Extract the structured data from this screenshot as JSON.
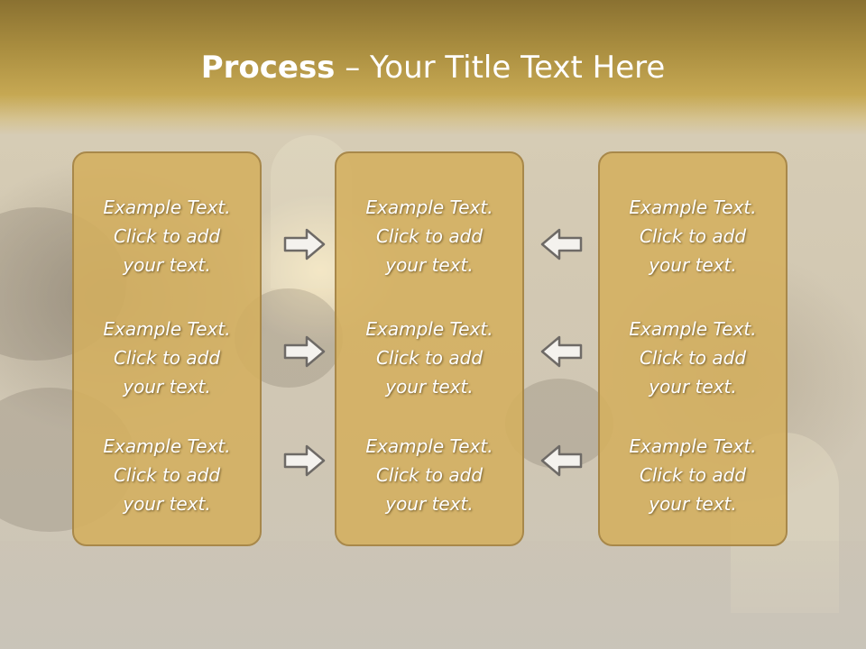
{
  "title": {
    "bold": "Process",
    "rest": " – Your Title Text Here"
  },
  "panels": [
    {
      "items": [
        [
          "Example Text.",
          "Click  to add",
          "your text."
        ],
        [
          "Example Text.",
          "Click  to add",
          "your text."
        ],
        [
          "Example Text.",
          "Click  to add",
          "your text."
        ]
      ]
    },
    {
      "items": [
        [
          "Example Text.",
          "Click  to add",
          "your text."
        ],
        [
          "Example Text.",
          "Click  to add",
          "your text."
        ],
        [
          "Example Text.",
          "Click  to add",
          "your text."
        ]
      ]
    },
    {
      "items": [
        [
          "Example Text.",
          "Click  to add",
          "your text."
        ],
        [
          "Example Text.",
          "Click  to add",
          "your text."
        ],
        [
          "Example Text.",
          "Click  to add",
          "your text."
        ]
      ]
    }
  ],
  "arrows": [
    {
      "icon": "arrow-right-icon"
    },
    {
      "icon": "arrow-right-icon"
    },
    {
      "icon": "arrow-right-icon"
    },
    {
      "icon": "arrow-left-icon"
    },
    {
      "icon": "arrow-left-icon"
    },
    {
      "icon": "arrow-left-icon"
    }
  ],
  "colors": {
    "panel": "#d4af5f",
    "header": "#b09448",
    "text": "#ffffff"
  }
}
